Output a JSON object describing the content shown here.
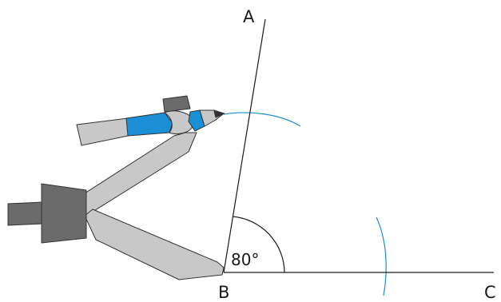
{
  "diagram": {
    "points": {
      "a": "A",
      "b": "B",
      "c": "C"
    },
    "angle_label": "80°",
    "colors": {
      "line": "#1a1a1a",
      "arc": "#1a8fd6",
      "compass_body": "#c8c8c8",
      "compass_dark": "#6b6b6b",
      "compass_blue": "#1a8fd6",
      "outline": "#333333"
    },
    "objects": [
      "compass-icon",
      "pencil-lead",
      "construction-arc"
    ]
  }
}
